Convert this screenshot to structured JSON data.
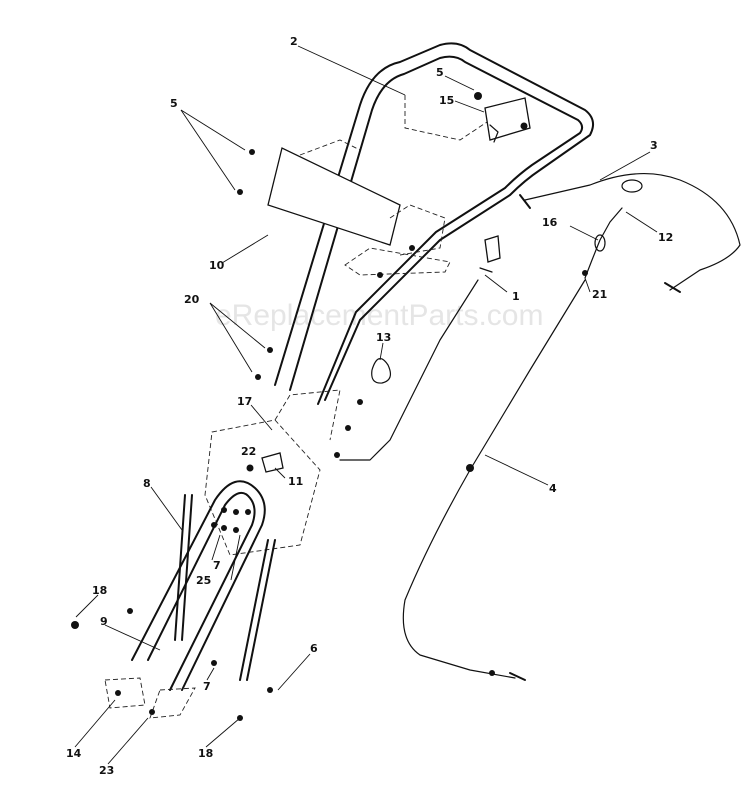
{
  "watermark": "eReplacementParts.com",
  "callouts": {
    "c1": "1",
    "c2": "2",
    "c3": "3",
    "c4": "4",
    "c5a": "5",
    "c5b": "5",
    "c6": "6",
    "c7a": "7",
    "c7b": "7",
    "c8": "8",
    "c9": "9",
    "c10": "10",
    "c11": "11",
    "c12": "12",
    "c13": "13",
    "c14": "14",
    "c15": "15",
    "c16": "16",
    "c17": "17",
    "c18a": "18",
    "c18b": "18",
    "c20": "20",
    "c21": "21",
    "c22": "22",
    "c23": "23",
    "c25": "25"
  }
}
